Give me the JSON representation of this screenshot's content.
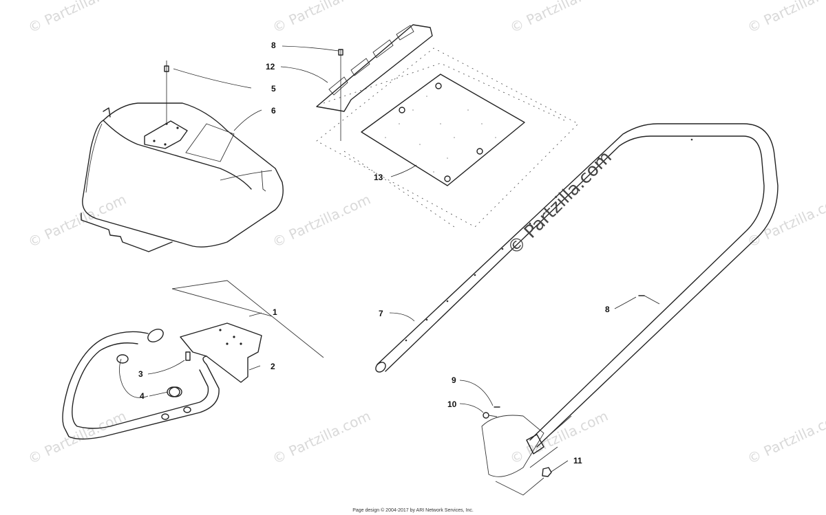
{
  "diagram": {
    "callouts": [
      {
        "id": "callout-1",
        "label": "1"
      },
      {
        "id": "callout-2",
        "label": "2"
      },
      {
        "id": "callout-3",
        "label": "3"
      },
      {
        "id": "callout-4",
        "label": "4"
      },
      {
        "id": "callout-5",
        "label": "5"
      },
      {
        "id": "callout-6",
        "label": "6"
      },
      {
        "id": "callout-7",
        "label": "7"
      },
      {
        "id": "callout-8a",
        "label": "8"
      },
      {
        "id": "callout-8b",
        "label": "8"
      },
      {
        "id": "callout-9",
        "label": "9"
      },
      {
        "id": "callout-10",
        "label": "10"
      },
      {
        "id": "callout-11",
        "label": "11"
      },
      {
        "id": "callout-12",
        "label": "12"
      },
      {
        "id": "callout-13",
        "label": "13"
      }
    ],
    "watermark_text": "© Partzilla.com",
    "center_watermark_text": "© Partzilla.com"
  },
  "footer": {
    "text": "Page design © 2004-2017 by ARI Network Services, Inc."
  }
}
